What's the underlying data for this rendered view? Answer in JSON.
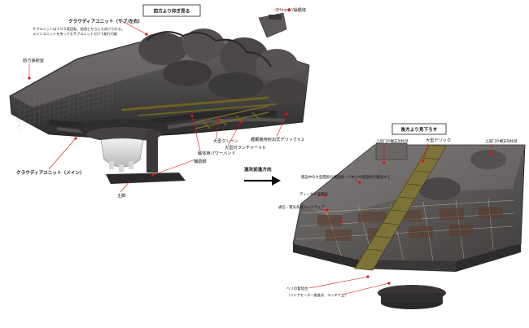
{
  "view_titles": {
    "front_up": "前方より仰ぎ見る",
    "rear_down": "後方より見下ろす"
  },
  "arrow_label": "進攻前進方向",
  "labels_left": {
    "bridge_top": "ブリッジ/操艦塔",
    "sub_unit": "クラウディアユニット（サブ/左右）",
    "sub_unit_note_1": "サブユニットは１８０度回転、船首どちらにも向けられる。",
    "sub_unit_note_2": "メインユニットを失ってもサブユニットだけで航行可能",
    "rear_bridge_left": "前方操舵室",
    "main_unit": "クラウディアユニット（メイン）",
    "mast": "主脚",
    "power_hand": "解体用パワーハンド",
    "side_leg": "補助脚",
    "derrick_left": "大型クレーン",
    "launcher": "大型対ランチャー×６",
    "catapult": "艦載機用射出式デリック×２"
  },
  "labels_right": {
    "large_derrick": "大型デリック",
    "top_left": "上部门戸機支持柱部",
    "top_right": "上部门戸機支持柱部",
    "r1": "建設中の大型艦船の構造物・パネルや建設材を搬送する",
    "r2": "ディーゼル発電室",
    "r3": "通信・電気系統ハードウェア",
    "r4": "ヘリの着陸台",
    "r5": "（リニアモーター推進式、コンテナ上）"
  },
  "colors": {
    "hull_dark": "#3a3838",
    "hull_mid": "#5a5656",
    "deck_rust": "#7a6448",
    "accent_red": "#d11111",
    "title_frame": "#222222"
  }
}
